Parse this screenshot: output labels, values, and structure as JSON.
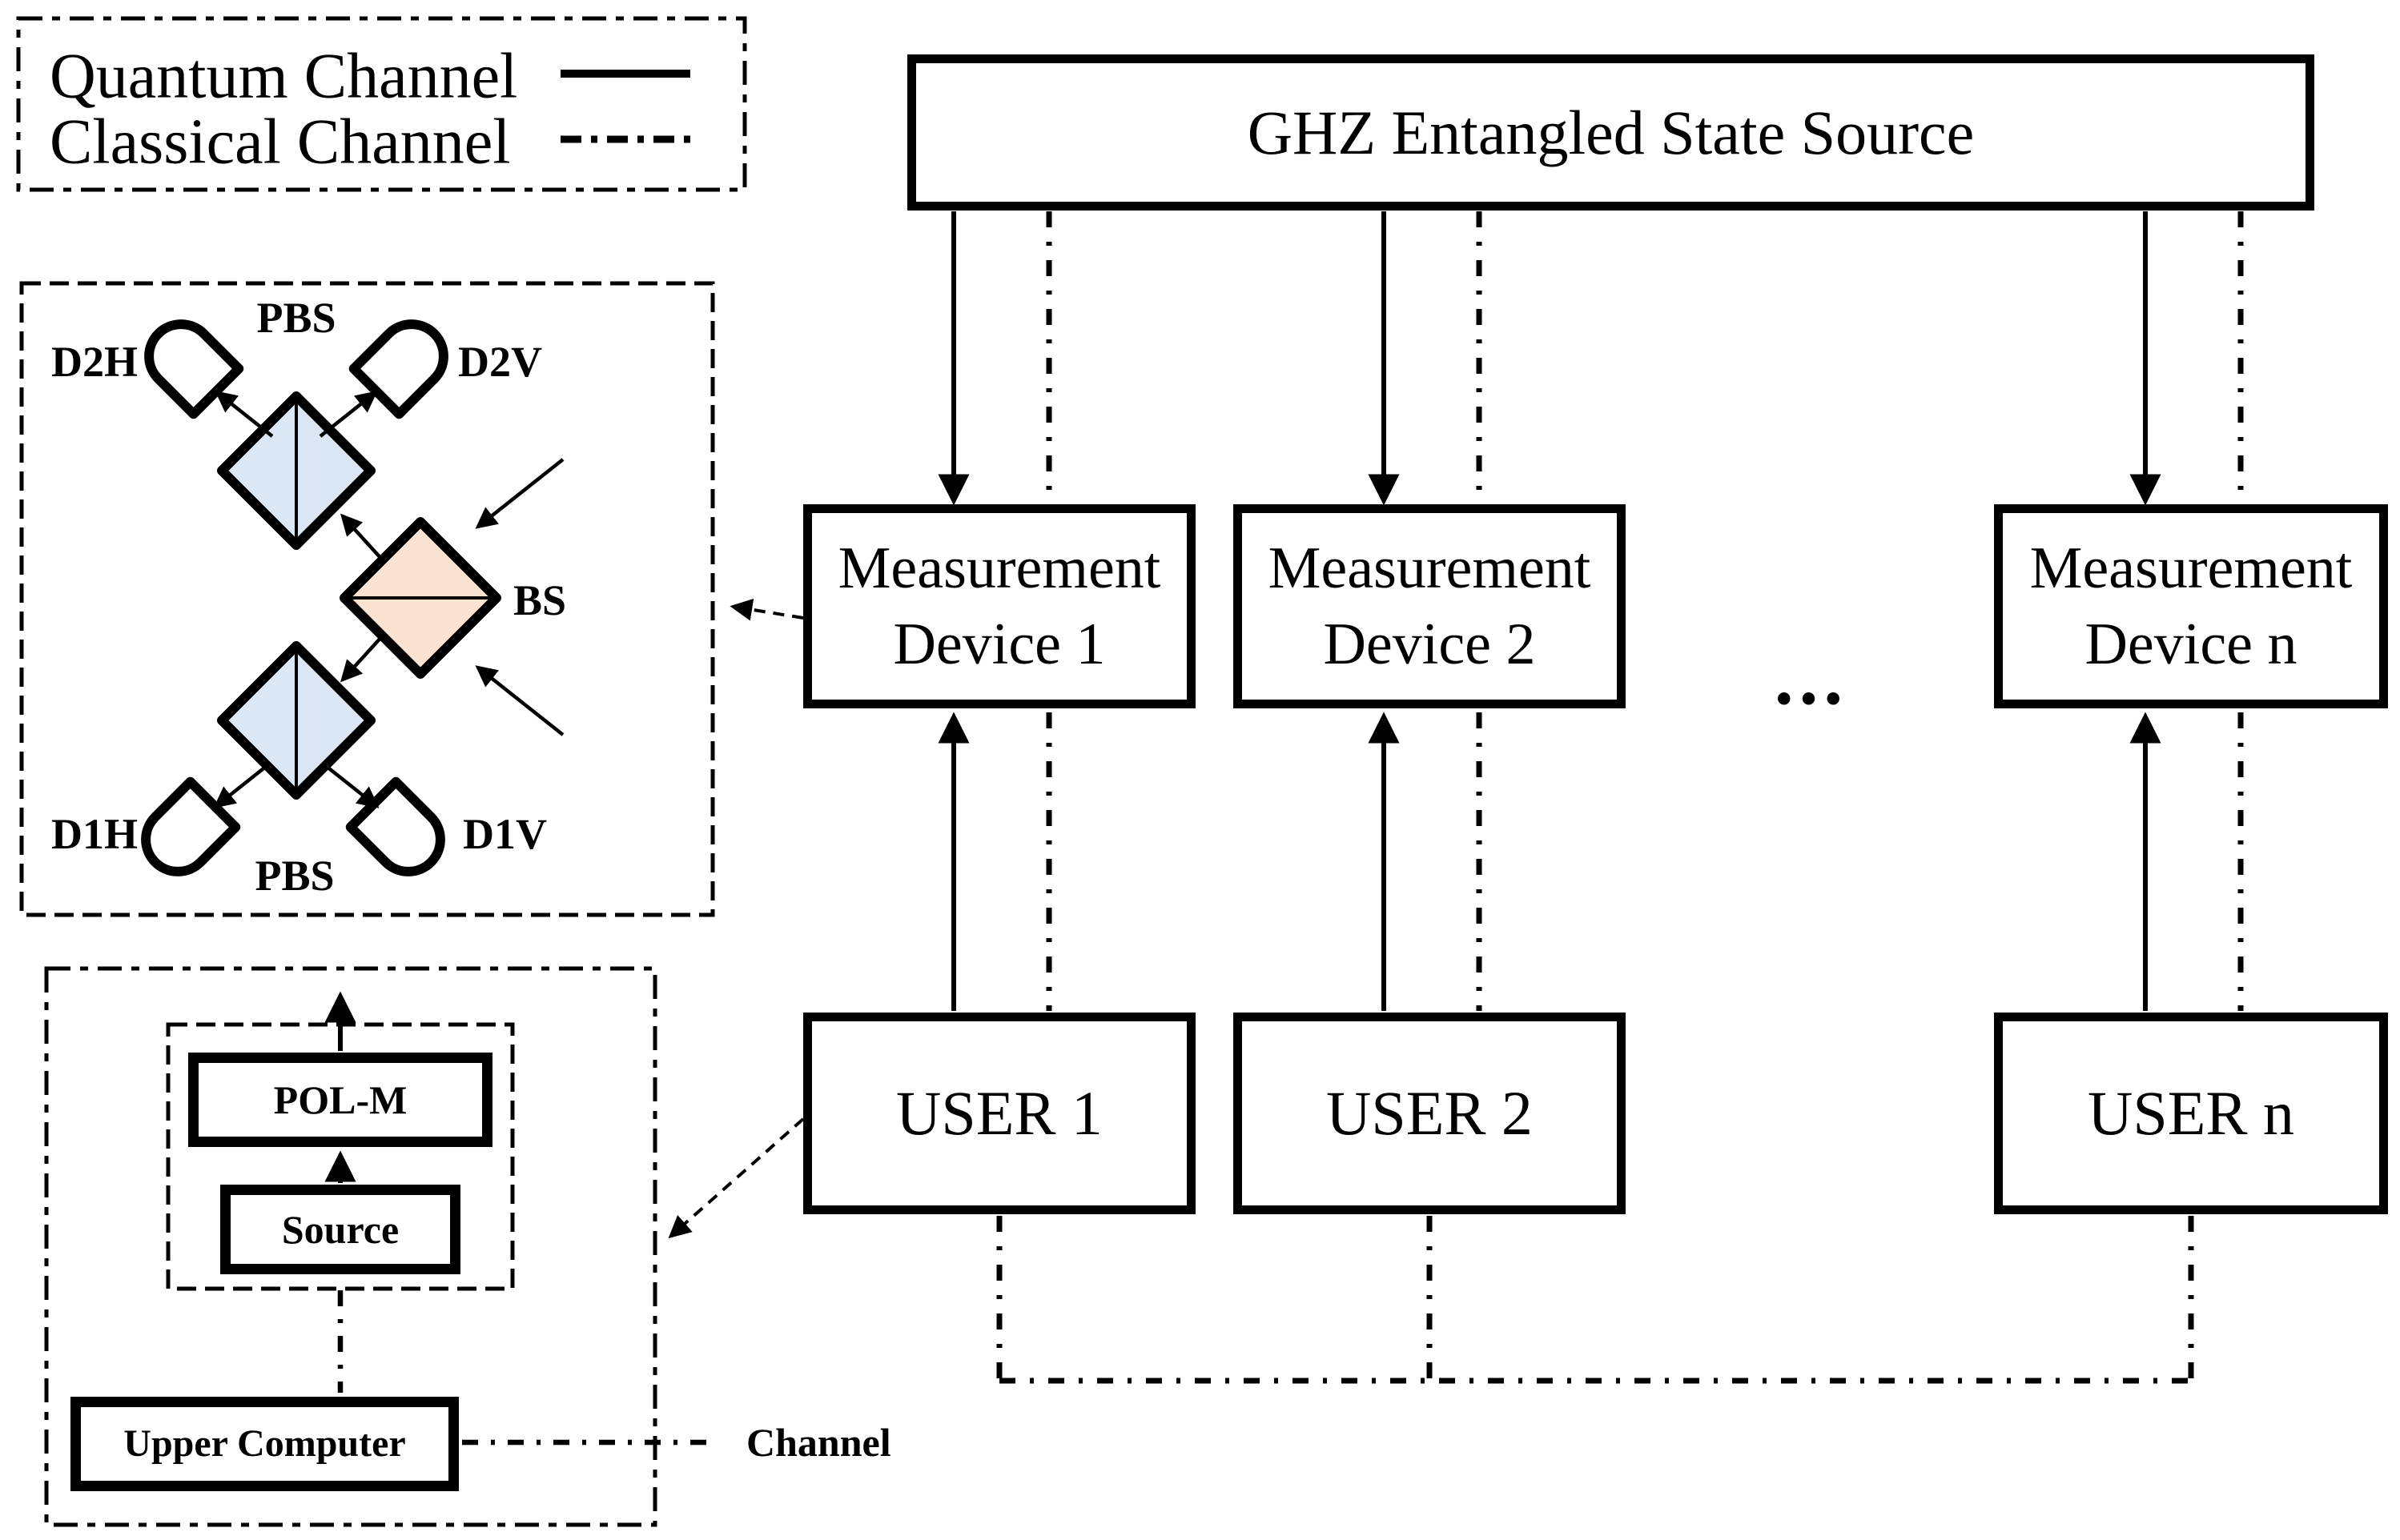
{
  "legend": {
    "items": [
      {
        "label": "Quantum Channel",
        "line_style": "solid"
      },
      {
        "label": "Classical Channel",
        "line_style": "dash-dot"
      }
    ]
  },
  "network": {
    "ghz_source_label": "GHZ Entangled State Source",
    "measurement_devices": [
      {
        "line1": "Measurement",
        "line2": "Device 1"
      },
      {
        "line1": "Measurement",
        "line2": "Device 2"
      },
      {
        "line1": "Measurement",
        "line2": "Device n"
      }
    ],
    "users": [
      {
        "label": "USER 1"
      },
      {
        "label": "USER 2"
      },
      {
        "label": "USER n"
      }
    ],
    "ellipsis": "..."
  },
  "measurement_device_detail": {
    "pbs_top_label": "PBS",
    "pbs_bottom_label": "PBS",
    "bs_label": "BS",
    "detectors": {
      "d2h": "D2H",
      "d2v": "D2V",
      "d1h": "D1H",
      "d1v": "D1V"
    },
    "colors": {
      "pbs_fill": "#dbe7f4",
      "bs_fill": "#fae3d2",
      "line_color": "#000000"
    }
  },
  "user_detail": {
    "pol_m_label": "POL-M",
    "source_label": "Source",
    "upper_computer_label": "Upper Computer",
    "channel_label": "Channel"
  }
}
